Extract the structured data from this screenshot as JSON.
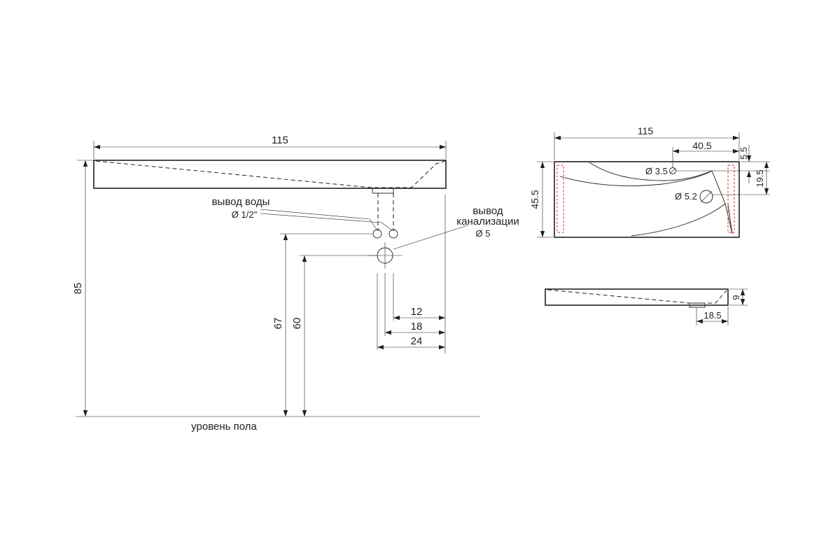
{
  "front_view": {
    "width_dim": "115",
    "height_dim": "85",
    "water_outlet_line1": "вывод воды",
    "water_outlet_line2": "Ø 1/2\"",
    "drain_outlet_line1": "вывод",
    "drain_outlet_line2": "канализации",
    "drain_outlet_line3": "Ø 5",
    "water_height_dim": "67",
    "drain_height_dim": "60",
    "offset_dim_1": "12",
    "offset_dim_2": "18",
    "offset_dim_3": "24",
    "floor_label": "уровень пола"
  },
  "top_view": {
    "width_dim": "115",
    "depth_dim": "45.5",
    "tap_offset_dim": "40.5",
    "tap_edge_dim": "5.5",
    "drain_edge_dim": "19.5",
    "tap_hole_label": "Ø 3.5",
    "drain_hole_label": "Ø 5.2"
  },
  "side_view": {
    "height_dim": "9",
    "drain_offset_dim": "18.5"
  }
}
